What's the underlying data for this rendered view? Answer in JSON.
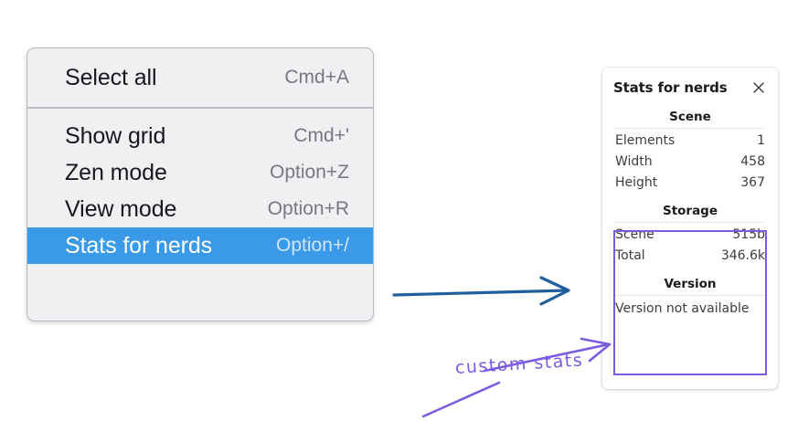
{
  "colors": {
    "menu_background": "#f0f0f2",
    "menu_border": "#b6bcc4",
    "selection_blue": "#3a9ae8",
    "annotation_purple": "#7b5ce0",
    "arrow_blue": "#1f5f9e",
    "panel_background": "#ffffff"
  },
  "context_menu": {
    "groups": [
      {
        "items": [
          {
            "label": "Select all",
            "shortcut": "Cmd+A",
            "selected": false
          }
        ]
      },
      {
        "items": [
          {
            "label": "Show grid",
            "shortcut": "Cmd+'",
            "selected": false
          },
          {
            "label": "Zen mode",
            "shortcut": "Option+Z",
            "selected": false
          },
          {
            "label": "View mode",
            "shortcut": "Option+R",
            "selected": false
          },
          {
            "label": "Stats for nerds",
            "shortcut": "Option+/",
            "selected": true
          }
        ]
      }
    ]
  },
  "stats_panel": {
    "title": "Stats for nerds",
    "close_icon": "close-icon",
    "sections": [
      {
        "name": "Scene",
        "rows": [
          {
            "key": "Elements",
            "value": "1"
          },
          {
            "key": "Width",
            "value": "458"
          },
          {
            "key": "Height",
            "value": "367"
          }
        ]
      },
      {
        "name": "Storage",
        "rows": [
          {
            "key": "Scene",
            "value": "515b"
          },
          {
            "key": "Total",
            "value": "346.6k"
          }
        ]
      },
      {
        "name": "Version",
        "single": "Version not available"
      }
    ]
  },
  "annotations": {
    "custom_stats_label": "custom stats"
  }
}
